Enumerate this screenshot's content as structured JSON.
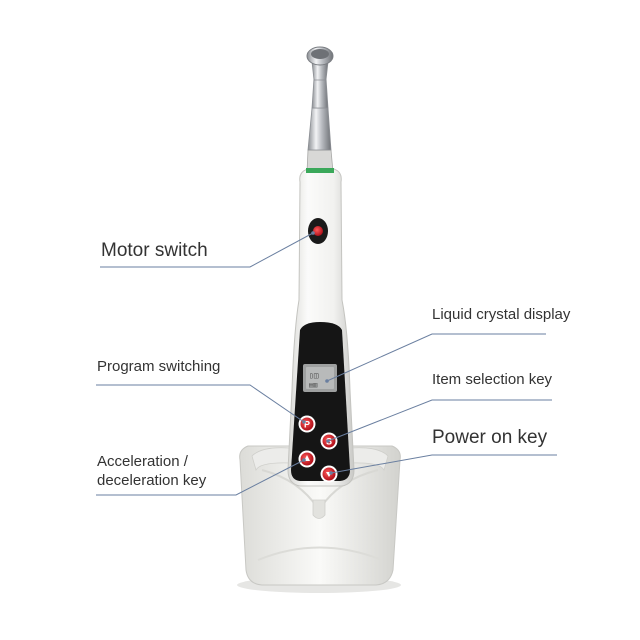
{
  "labels": {
    "motor_switch": "Motor switch",
    "liquid_crystal_display": "Liquid crystal display",
    "program_switching": "Program switching",
    "item_selection_key": "Item selection key",
    "power_on_key": "Power on key",
    "acceleration_line1": "Acceleration /",
    "acceleration_line2": "deceleration key"
  },
  "keys": {
    "program": "P",
    "select": "S"
  },
  "colors": {
    "leader_line": "#6a7fa0",
    "key_red": "#e0202a",
    "body_white": "#f4f4f2",
    "display_black": "#151515",
    "accent_green": "#3aa85a"
  }
}
